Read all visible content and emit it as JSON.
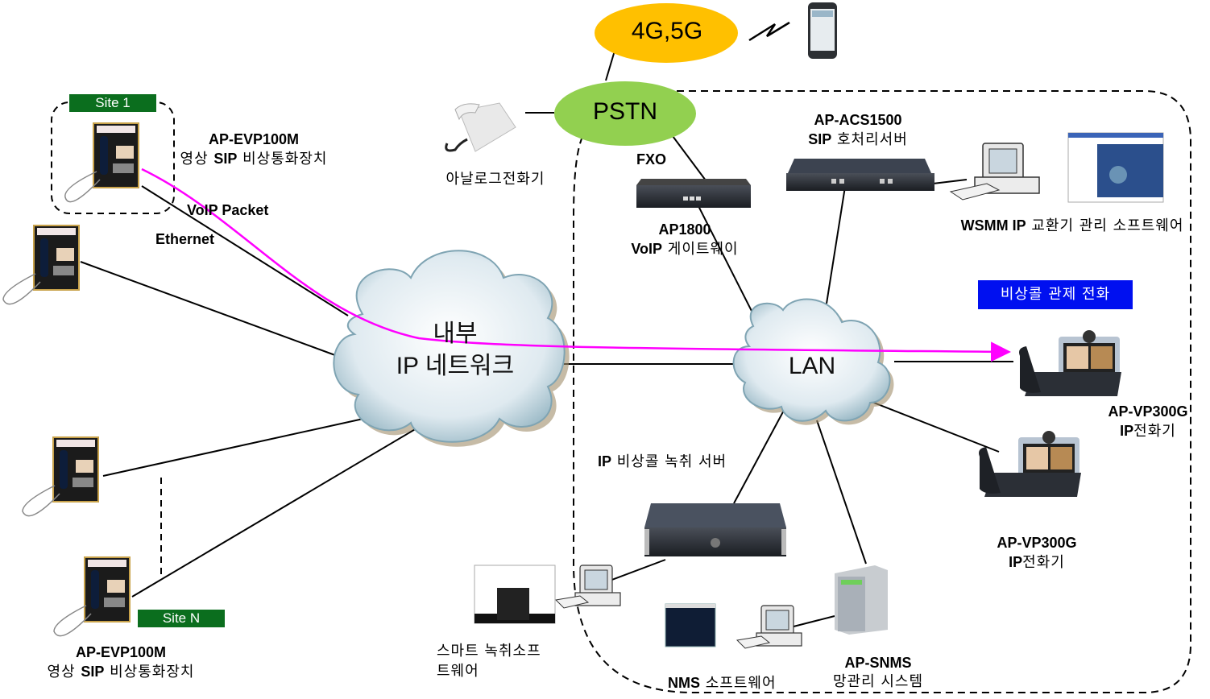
{
  "networks": {
    "mobile": "4G,5G",
    "pstn": "PSTN",
    "internal_ip": [
      "내부",
      "IP 네트워크"
    ],
    "lan": "LAN"
  },
  "sites": {
    "site1": "Site 1",
    "siteN": "Site N"
  },
  "devices": {
    "evp_top": {
      "model": "AP-EVP100M",
      "desc_pre": "영상 ",
      "desc_bold": "SIP",
      "desc_post": " 비상통화장치"
    },
    "evp_bottom": {
      "model": "AP-EVP100M",
      "desc_pre": "영상 ",
      "desc_bold": "SIP",
      "desc_post": " 비상통화장치"
    },
    "analog_phone": "아날로그전화기",
    "gateway": {
      "model": "AP1800",
      "desc_bold": "VoIP",
      "desc_post": "  게이트웨이",
      "port": "FXO"
    },
    "acs": {
      "model": "AP-ACS1500",
      "desc_bold": "SIP",
      "desc_post": " 호처리서버"
    },
    "wsmm": {
      "bold": "WSMM IP",
      "post": " 교환기 관리 소프트웨어"
    },
    "control_call": "비상콜 관제 전화",
    "vp_top": {
      "model": "AP-VP300G",
      "desc_bold": "IP",
      "desc_post": "전화기"
    },
    "vp_bottom": {
      "model": "AP-VP300G",
      "desc_bold": "IP",
      "desc_post": "전화기"
    },
    "recorder": {
      "bold": "IP",
      "post": " 비상콜  녹취 서버"
    },
    "smart_rec_sw": [
      "스마트 녹취소프",
      "트웨어"
    ],
    "nms_sw": {
      "bold": "NMS",
      "post": " 소프트웨어"
    },
    "snms": {
      "model": "AP-SNMS",
      "desc": "망관리 시스템"
    }
  },
  "links": {
    "voip_packet": "VoIP Packet",
    "ethernet": "Ethernet"
  },
  "colors": {
    "site_badge": "#0b6e1e",
    "control_box": "#0010f0",
    "mobile_ellipse": "#ffc000",
    "pstn_ellipse": "#92d050",
    "voip_flow": "#ff00ff"
  }
}
